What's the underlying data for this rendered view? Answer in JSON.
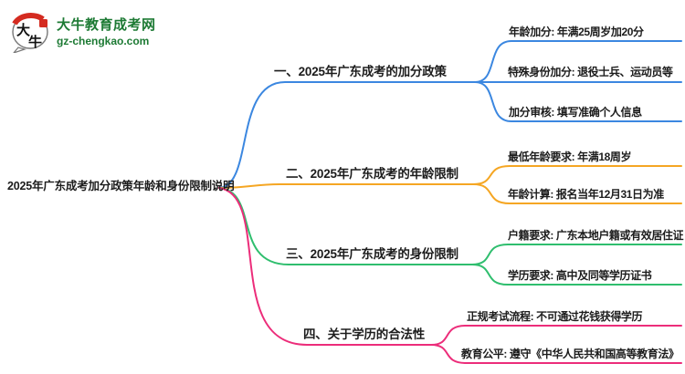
{
  "logo": {
    "icon_char_1": "大",
    "icon_char_2": "牛",
    "site_name": "大牛教育成考网",
    "site_domain": "gz-chengkao.com",
    "brand_green": "#1d7a34",
    "brand_red": "#d42b20"
  },
  "mindmap": {
    "root": {
      "label": "2025年广东成考加分政策年龄和身份限制说明"
    },
    "branches": [
      {
        "label": "一、2025年广东成考的加分政策",
        "color": "#3b87e0",
        "leaves": [
          "年龄加分: 年满25周岁加20分",
          "特殊身份加分: 退役士兵、运动员等",
          "加分审核: 填写准确个人信息"
        ]
      },
      {
        "label": "二、2025年广东成考的年龄限制",
        "color": "#f5a623",
        "leaves": [
          "最低年龄要求: 年满18周岁",
          "年龄计算: 报名当年12月31日为准"
        ]
      },
      {
        "label": "三、2025年广东成考的身份限制",
        "color": "#2fbe6e",
        "leaves": [
          "户籍要求: 广东本地户籍或有效居住证",
          "学历要求: 高中及同等学历证书"
        ]
      },
      {
        "label": "四、关于学历的合法性",
        "color": "#ec2d7a",
        "leaves": [
          "正规考试流程: 不可通过花钱获得学历",
          "教育公平: 遵守《中华人民共和国高等教育法》"
        ]
      }
    ]
  }
}
